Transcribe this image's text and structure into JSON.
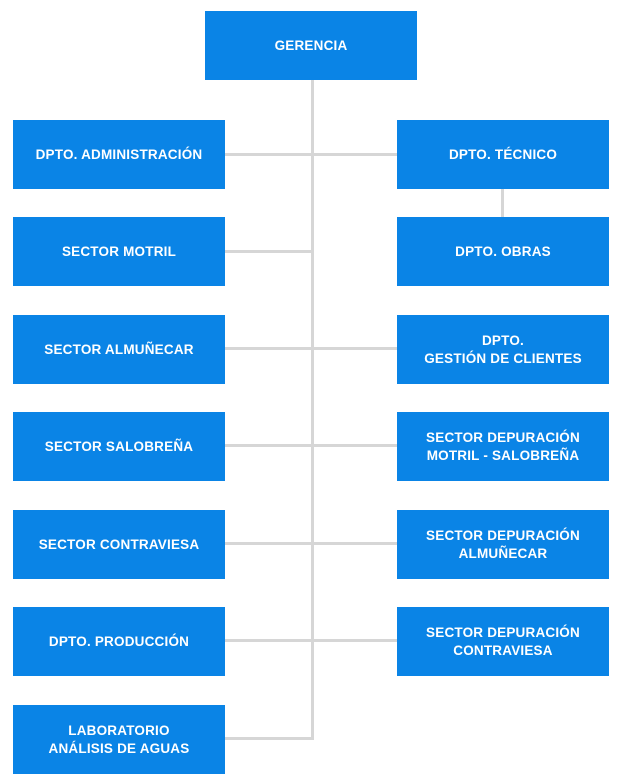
{
  "chart": {
    "root": "GERENCIA",
    "left": [
      "DPTO. ADMINISTRACIÓN",
      "SECTOR MOTRIL",
      "SECTOR ALMUÑECAR",
      "SECTOR SALOBREÑA",
      "SECTOR CONTRAVIESA",
      "DPTO. PRODUCCIÓN",
      "LABORATORIO\nANÁLISIS DE AGUAS"
    ],
    "right": [
      "DPTO. TÉCNICO",
      "DPTO. OBRAS",
      "DPTO.\nGESTIÓN DE CLIENTES",
      "SECTOR DEPURACIÓN\nMOTRIL - SALOBREÑA",
      "SECTOR DEPURACIÓN\nALMUÑECAR",
      "SECTOR DEPURACIÓN\nCONTRAVIESA"
    ]
  },
  "colors": {
    "box": "#0a84e6",
    "connector": "#d6d6d6",
    "text": "#ffffff"
  }
}
